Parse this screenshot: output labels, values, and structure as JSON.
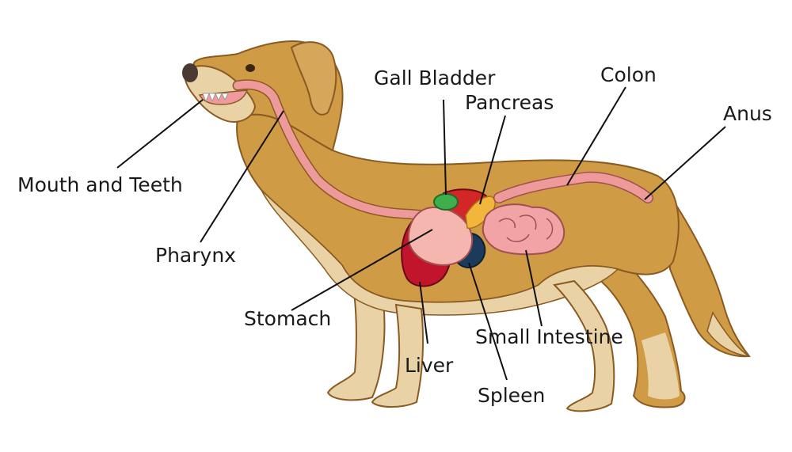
{
  "labels": {
    "mouth": "Mouth and Teeth",
    "pharynx": "Pharynx",
    "stomach": "Stomach",
    "liver": "Liver",
    "spleen": "Spleen",
    "small_intestine": "Small Intestine",
    "gall_bladder": "Gall Bladder",
    "pancreas": "Pancreas",
    "colon": "Colon",
    "anus": "Anus"
  },
  "colors": {
    "fur": "#cf9b45",
    "fur_outline": "#8a5a22",
    "belly": "#e9d3a6",
    "digestive_tract": "#ef9a9a",
    "stomach": "#f6b6b0",
    "liver": "#c0152b",
    "spleen": "#1b3a5c",
    "pancreas": "#f3b63d",
    "gall_bladder": "#3fae4c",
    "small_intestine": "#f2a3a6",
    "leader_line": "#111111"
  }
}
